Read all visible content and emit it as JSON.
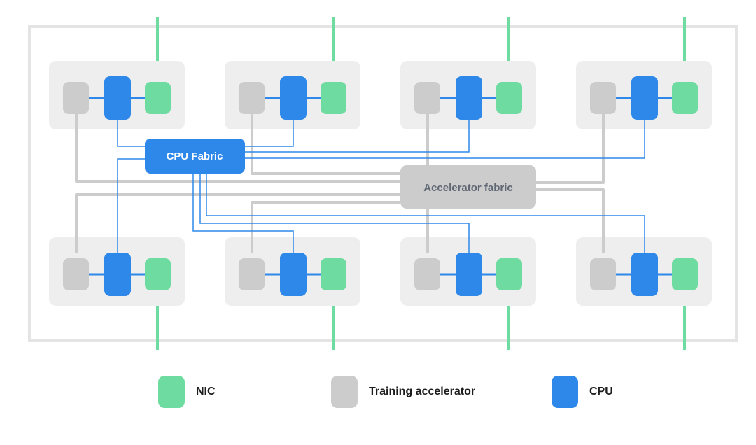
{
  "diagram": {
    "cpu_fabric_label": "CPU Fabric",
    "accelerator_fabric_label": "Accelerator fabric"
  },
  "legend": {
    "nic": "NIC",
    "accelerator": "Training accelerator",
    "cpu": "CPU"
  },
  "colors": {
    "nic": "#6edba0",
    "cpu": "#2e88ea",
    "accelerator": "#cccccc",
    "node_background": "#eeeeee",
    "enclosure": "#e4e4e4",
    "cpu_fabric_fill": "#2e88ea",
    "accelerator_fabric_fill": "#cccccc",
    "accelerator_fabric_text": "#606875",
    "cpu_link": "#2e88ea",
    "accelerator_link": "#cccccc",
    "nic_link": "#6edba0"
  }
}
